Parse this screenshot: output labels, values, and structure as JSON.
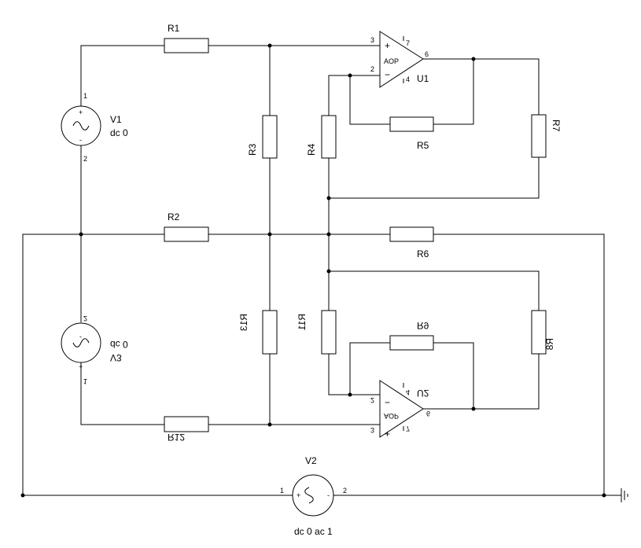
{
  "schematic": {
    "resistors": {
      "r1": "R1",
      "r2": "R2",
      "r3": "R3",
      "r4": "R4",
      "r5": "R5",
      "r6": "R6",
      "r7": "R7",
      "r8": "R8",
      "r9": "R9",
      "r11": "R11",
      "r12": "R12",
      "r13": "R13"
    },
    "sources": {
      "v1": {
        "name": "V1",
        "value": "dc 0",
        "pin1": "1",
        "pin2": "2",
        "plus": "+",
        "minus": "-"
      },
      "v3": {
        "name": "V3",
        "value": "dc 0",
        "pin1": "1",
        "pin2": "2",
        "plus": "+",
        "minus": "-"
      },
      "v2": {
        "name": "V2",
        "value": "dc 0 ac 1",
        "pin1": "1",
        "pin2": "2",
        "plus": "+",
        "minus": "-"
      }
    },
    "opamps": {
      "u1": {
        "name": "U1",
        "model": "AOP",
        "pin_noninv": "3",
        "pin_inv": "2",
        "pin_out": "6",
        "pin_vpos": "7",
        "pin_vneg": "4",
        "plus": "+",
        "minus": "−"
      },
      "u2": {
        "name": "U2",
        "model": "AOP",
        "pin_noninv": "3",
        "pin_inv": "2",
        "pin_out": "6",
        "pin_vpos": "7",
        "pin_vneg": "4",
        "plus": "+",
        "minus": "−"
      }
    }
  }
}
